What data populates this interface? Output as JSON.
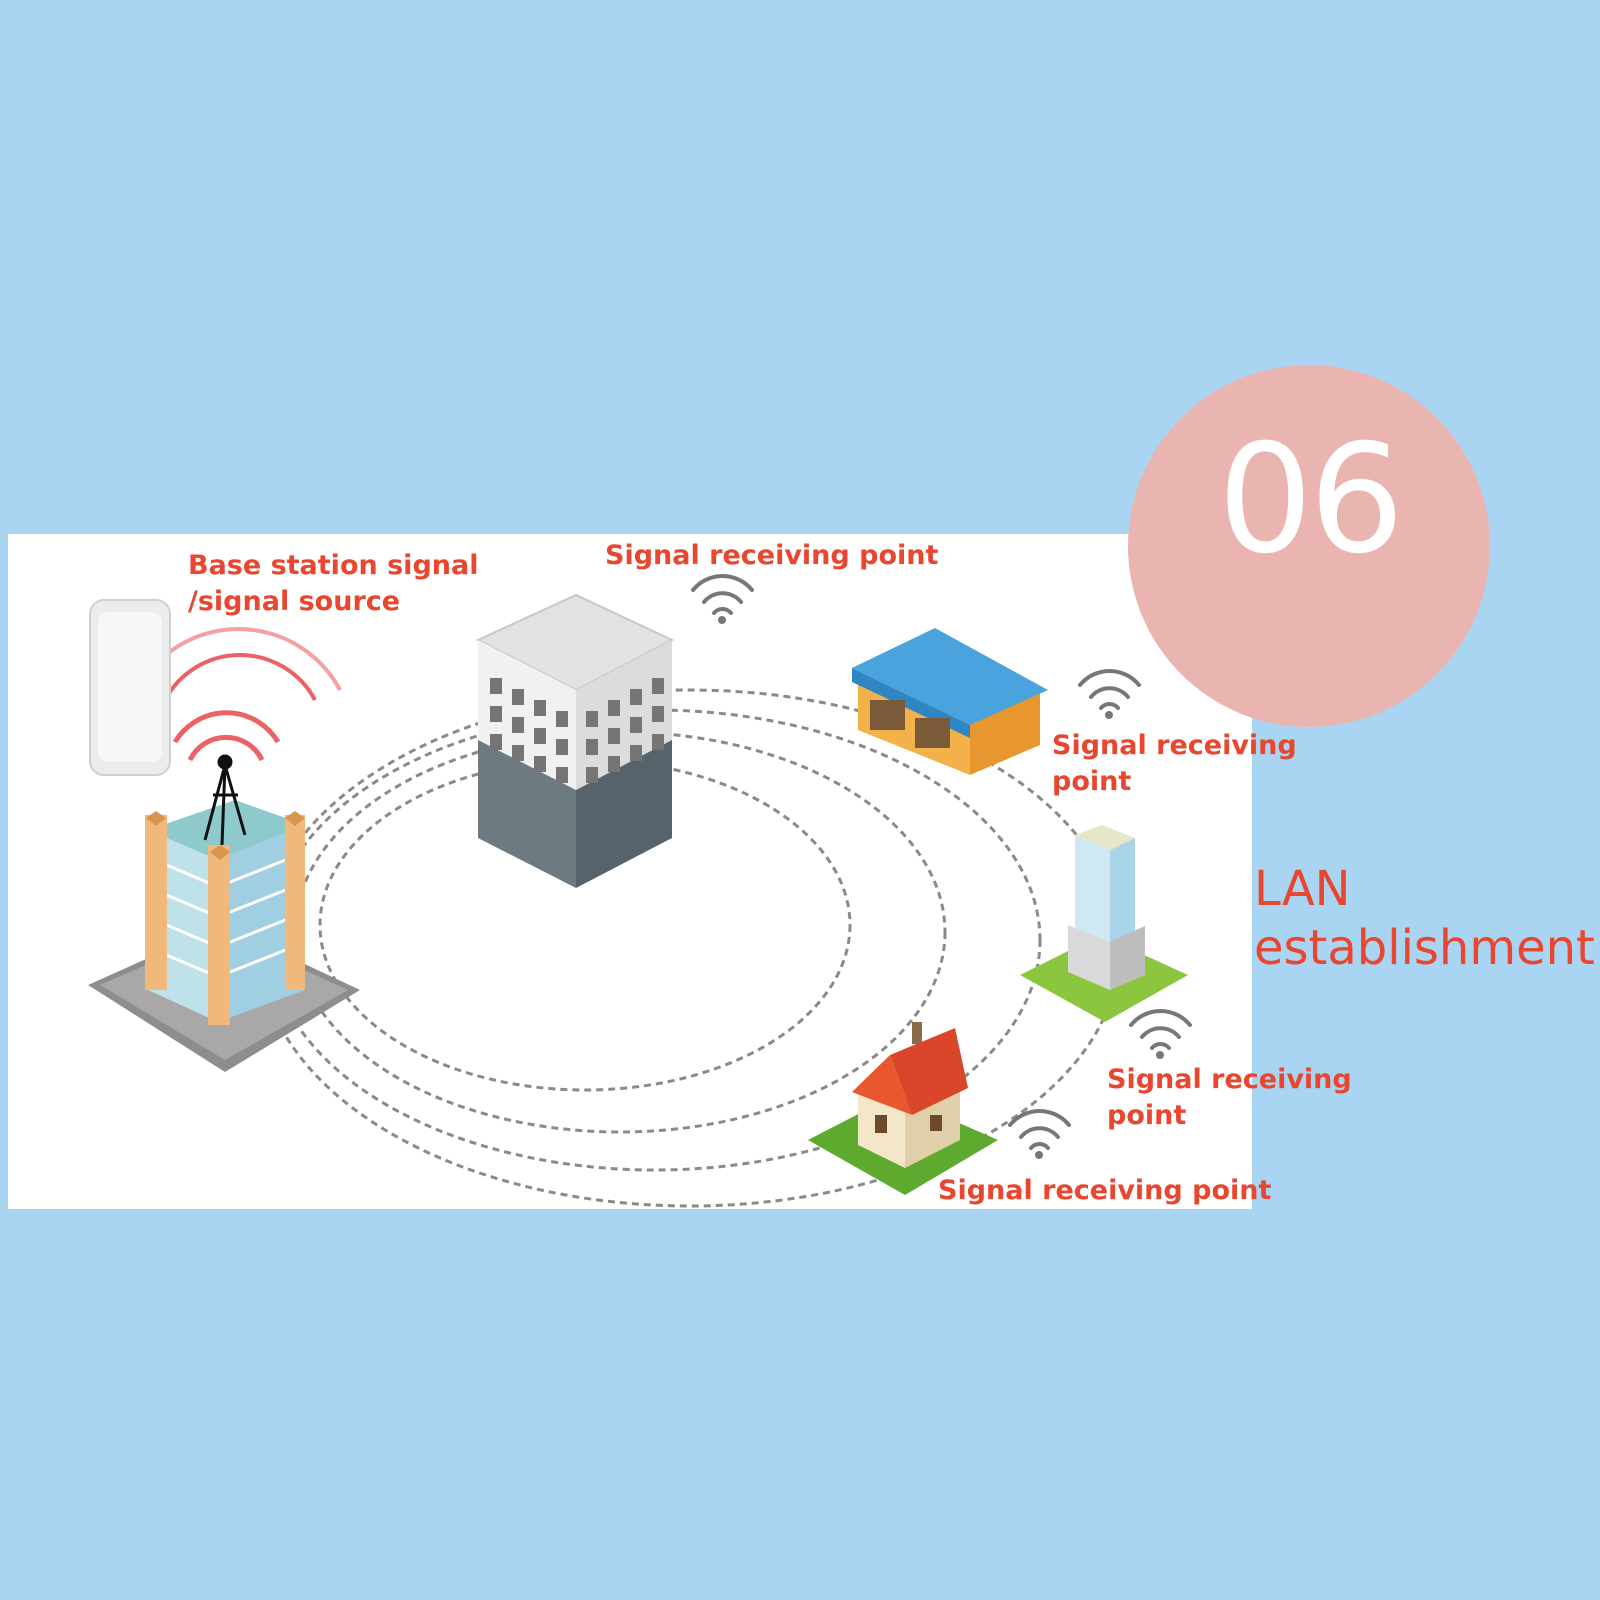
{
  "badge": {
    "number": "06"
  },
  "title": {
    "line1": "LAN",
    "line2": "establishment"
  },
  "labels": {
    "base_station": {
      "line1": "Base station signal",
      "line2": "/signal source"
    },
    "receiver_top": "Signal receiving point",
    "receiver_warehouse": {
      "line1": "Signal receiving",
      "line2": "point"
    },
    "receiver_tower": {
      "line1": "Signal receiving",
      "line2": "point"
    },
    "receiver_house": "Signal receiving point"
  },
  "colors": {
    "background": "#a9d4f2",
    "panel": "#ffffff",
    "badge": "#eab5b0",
    "label_text": "#e8462f",
    "signal_waves": "#e8464a"
  }
}
